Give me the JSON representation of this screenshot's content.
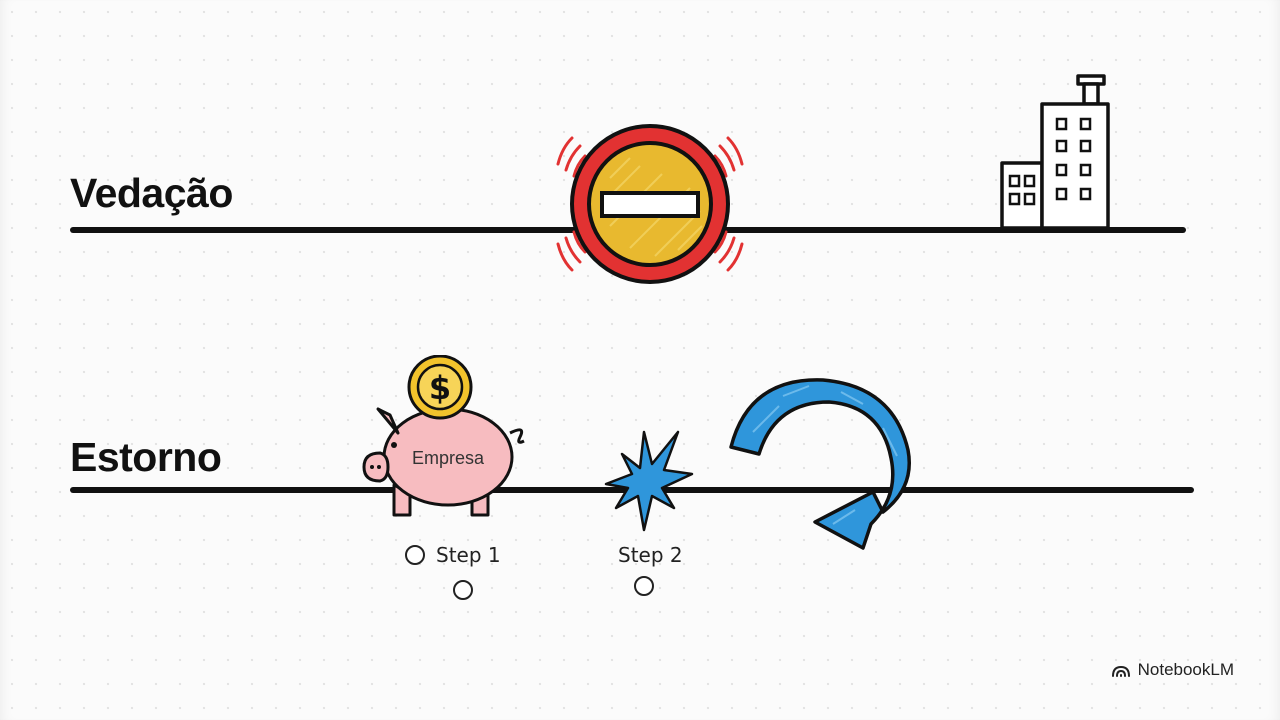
{
  "rows": {
    "vedacao": {
      "label": "Vedação"
    },
    "estorno": {
      "label": "Estorno"
    }
  },
  "piggy_bank": {
    "label": "Empresa"
  },
  "steps": [
    {
      "label": "Step 1"
    },
    {
      "label": "Step 2"
    }
  ],
  "branding": {
    "name": "NotebookLM",
    "icon": "notebooklm-logo-icon"
  },
  "colors": {
    "line": "#111111",
    "stop_ring": "#e23232",
    "stop_fill": "#e8b92f",
    "coin": "#f2c32c",
    "piggy": "#f7bcc0",
    "burst": "#2f96db",
    "arrow": "#2f96db"
  }
}
